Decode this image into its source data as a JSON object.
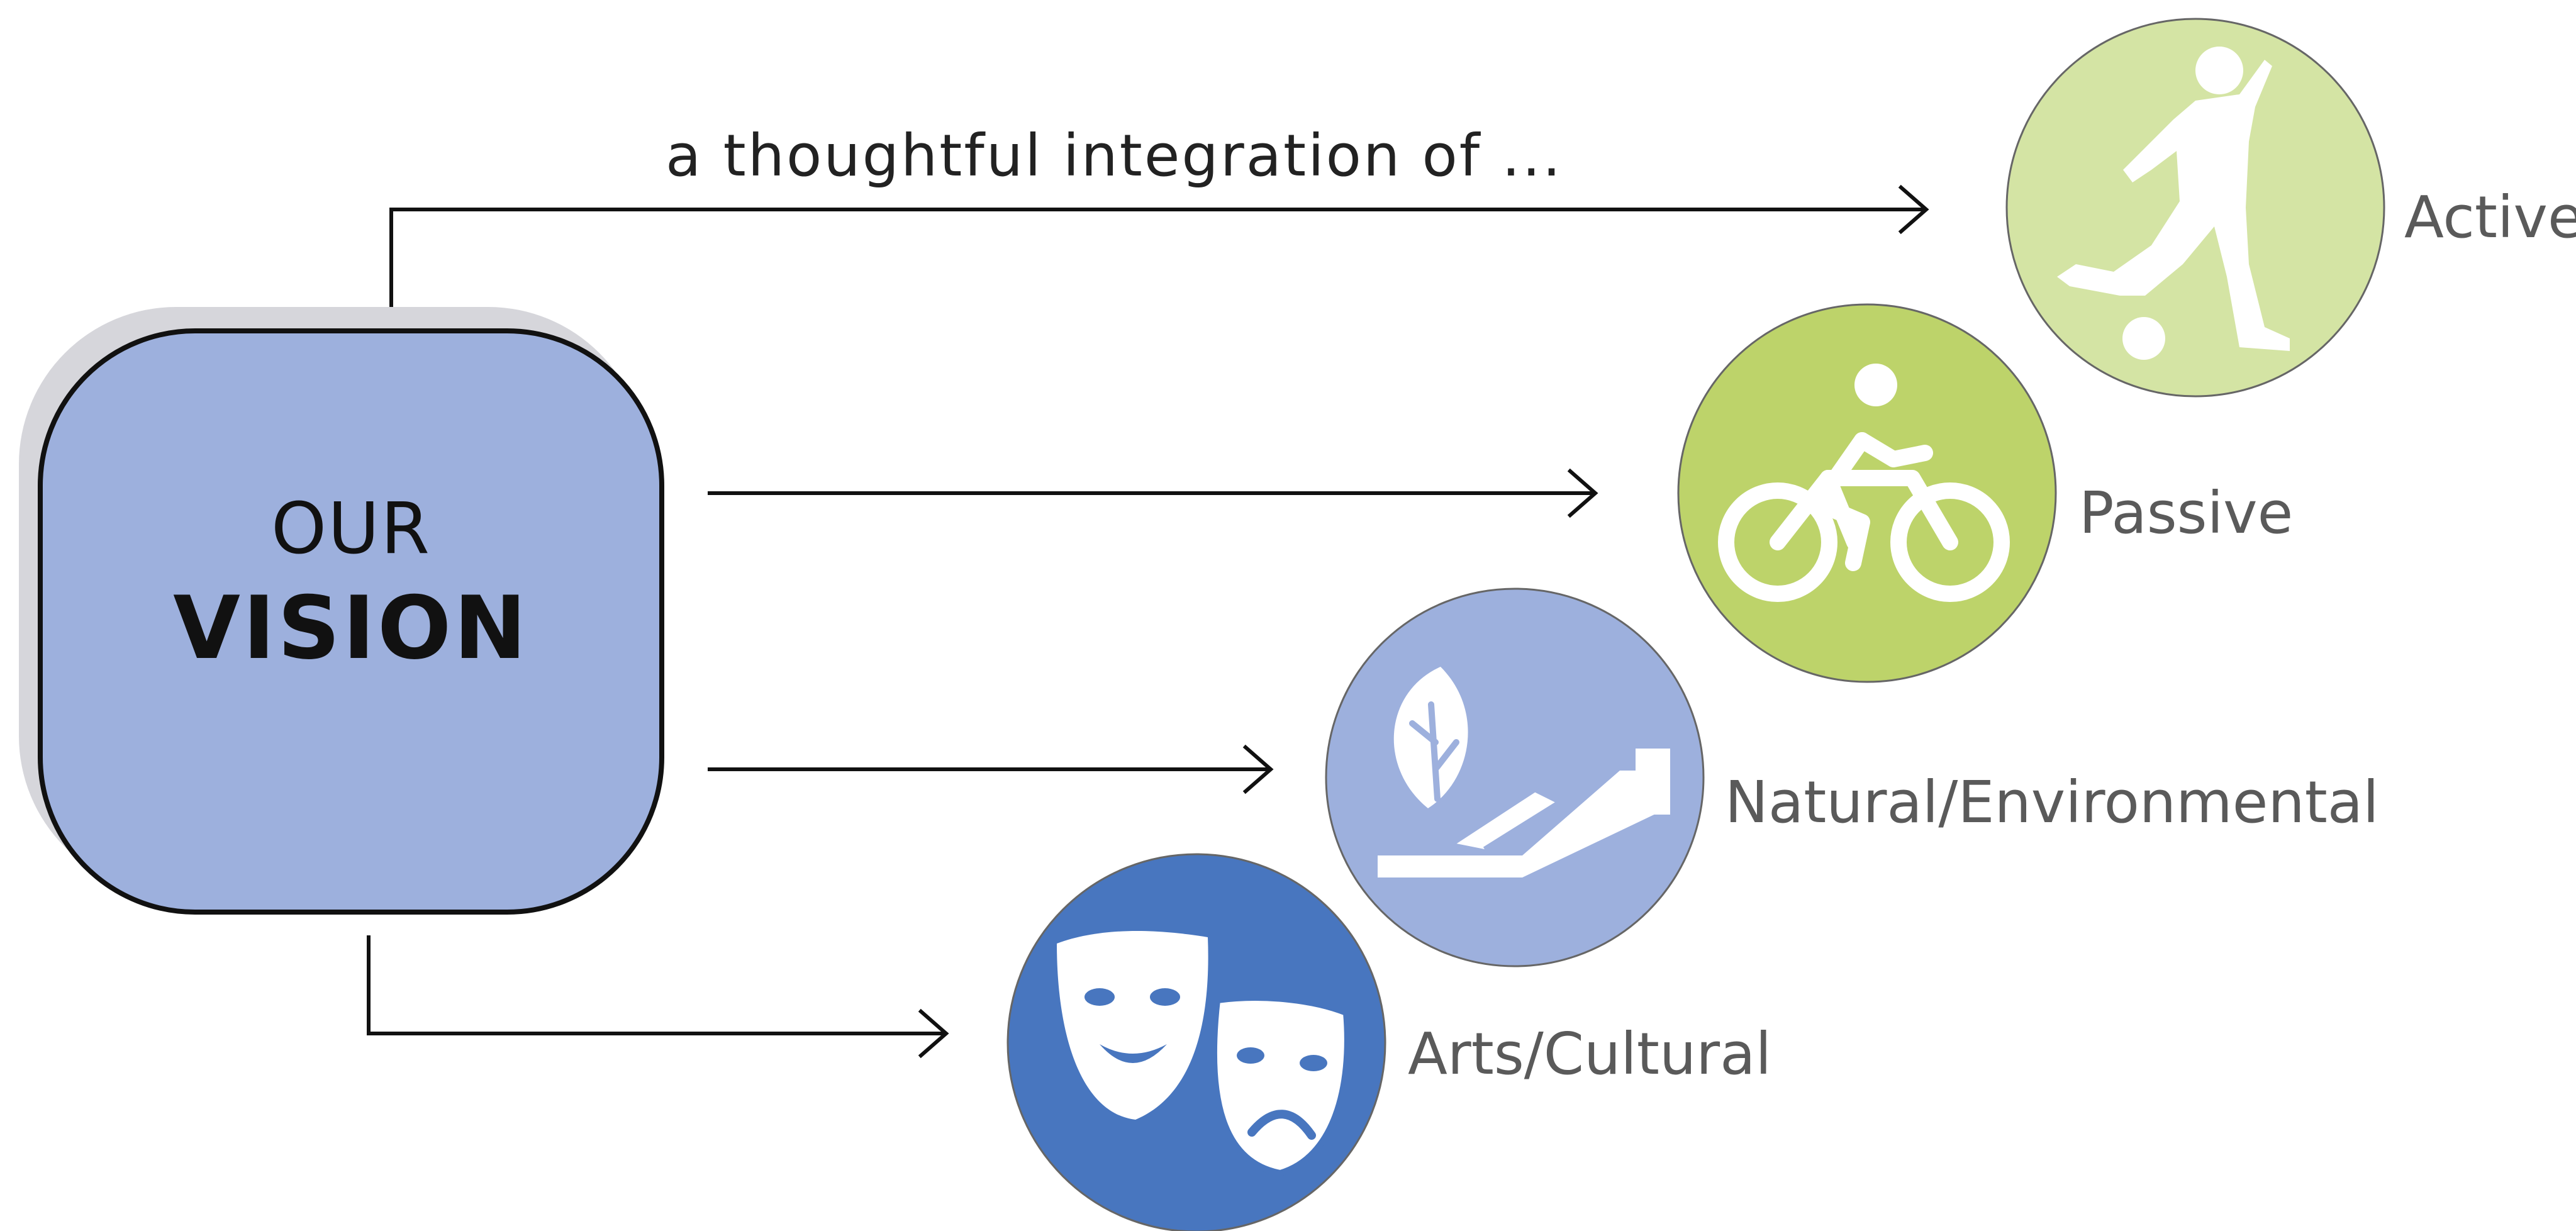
{
  "tagline": "a thoughtful integration of ...",
  "vision": {
    "line1": "OUR",
    "line2": "VISION"
  },
  "categories": [
    {
      "label": "Active",
      "icon": "soccer-player-icon",
      "color": "#d4e4a4"
    },
    {
      "label": "Passive",
      "icon": "cyclist-icon",
      "color": "#bdd36a"
    },
    {
      "label": "Natural/Environmental",
      "icon": "leaf-in-hand-icon",
      "color": "#9db0dd"
    },
    {
      "label": "Arts/Cultural",
      "icon": "theater-masks-icon",
      "color": "#4876bf"
    }
  ]
}
